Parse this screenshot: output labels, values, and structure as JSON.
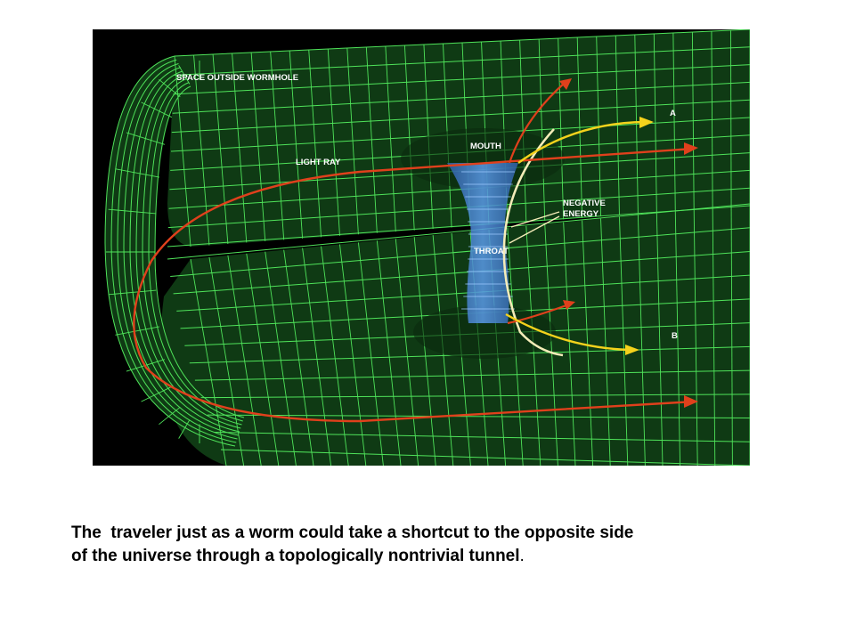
{
  "diagram": {
    "labels": {
      "space_outside": "SPACE OUTSIDE WORMHOLE",
      "mouth": "MOUTH",
      "light_ray": "LIGHT RAY",
      "negative_energy_line1": "NEGATIVE",
      "negative_energy_line2": "ENERGY",
      "throat": "THROAT",
      "point_a": "A",
      "point_b": "B"
    },
    "colors": {
      "background": "#000000",
      "grid": "#4fe35a",
      "sheet_fill": "#0f3a14",
      "throat": "#4f8fe0",
      "light_ray": "#e0401c",
      "yellow_ray": "#f4d21c",
      "negative_energy_arc": "#f4ecb8",
      "caption_text": "#000000"
    }
  },
  "caption": {
    "line1": "The  traveler just as a worm could take a shortcut to the opposite side",
    "line2": "of the universe through a topologically nontrivial tunnel",
    "end_punct": "."
  }
}
